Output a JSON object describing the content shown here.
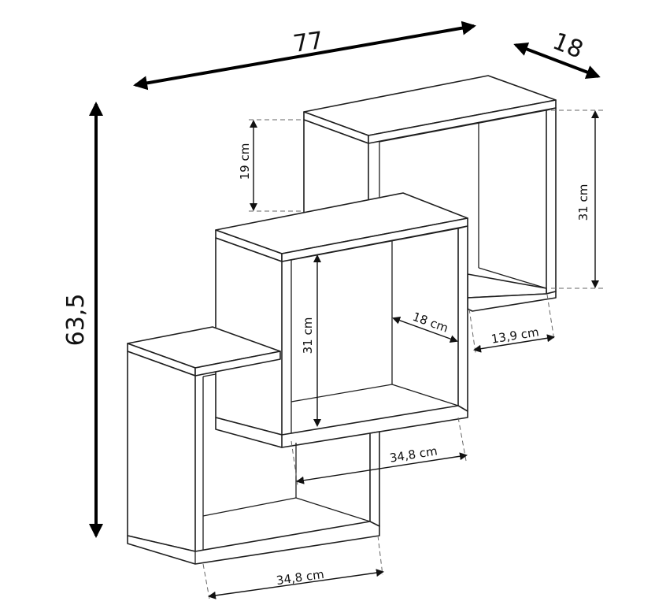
{
  "dimensions": {
    "overall_width": "77",
    "overall_depth": "18",
    "overall_height": "63,5",
    "upper_offset": "19 cm",
    "top_box_height": "31 cm",
    "top_box_ledge": "13,9 cm",
    "middle_box_height": "31 cm",
    "middle_box_depth": "18 cm",
    "middle_box_width": "34,8 cm",
    "bottom_box_width": "34,8 cm"
  }
}
